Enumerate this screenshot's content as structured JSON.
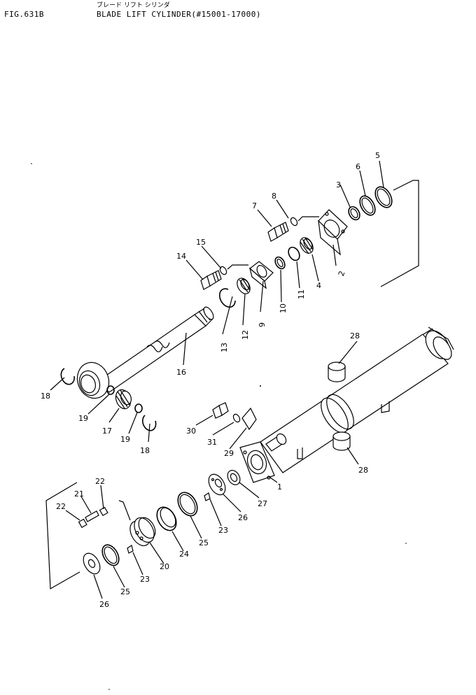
{
  "header": {
    "fig_label": "FIG.631B",
    "title_jp": "ブレード リフト シリンダ",
    "title": "BLADE LIFT CYLINDER(#15001-17000)"
  },
  "callouts": [
    {
      "id": "c1",
      "text": "1"
    },
    {
      "id": "c2",
      "text": "2"
    },
    {
      "id": "c3",
      "text": "3"
    },
    {
      "id": "c4",
      "text": "4"
    },
    {
      "id": "c5",
      "text": "5"
    },
    {
      "id": "c6",
      "text": "6"
    },
    {
      "id": "c7",
      "text": "7"
    },
    {
      "id": "c8",
      "text": "8"
    },
    {
      "id": "c9",
      "text": "9"
    },
    {
      "id": "c10",
      "text": "10"
    },
    {
      "id": "c11",
      "text": "11"
    },
    {
      "id": "c12",
      "text": "12"
    },
    {
      "id": "c13",
      "text": "13"
    },
    {
      "id": "c14",
      "text": "14"
    },
    {
      "id": "c15",
      "text": "15"
    },
    {
      "id": "c16",
      "text": "16"
    },
    {
      "id": "c17",
      "text": "17"
    },
    {
      "id": "c18a",
      "text": "18"
    },
    {
      "id": "c18b",
      "text": "18"
    },
    {
      "id": "c19a",
      "text": "19"
    },
    {
      "id": "c19b",
      "text": "19"
    },
    {
      "id": "c20",
      "text": "20"
    },
    {
      "id": "c21",
      "text": "21"
    },
    {
      "id": "c22a",
      "text": "22"
    },
    {
      "id": "c22b",
      "text": "22"
    },
    {
      "id": "c23a",
      "text": "23"
    },
    {
      "id": "c23b",
      "text": "23"
    },
    {
      "id": "c24",
      "text": "24"
    },
    {
      "id": "c25a",
      "text": "25"
    },
    {
      "id": "c25b",
      "text": "25"
    },
    {
      "id": "c26a",
      "text": "26"
    },
    {
      "id": "c26b",
      "text": "26"
    },
    {
      "id": "c27",
      "text": "27"
    },
    {
      "id": "c28a",
      "text": "28"
    },
    {
      "id": "c28b",
      "text": "28"
    },
    {
      "id": "c29",
      "text": "29"
    },
    {
      "id": "c30",
      "text": "30"
    },
    {
      "id": "c31",
      "text": "31"
    }
  ]
}
